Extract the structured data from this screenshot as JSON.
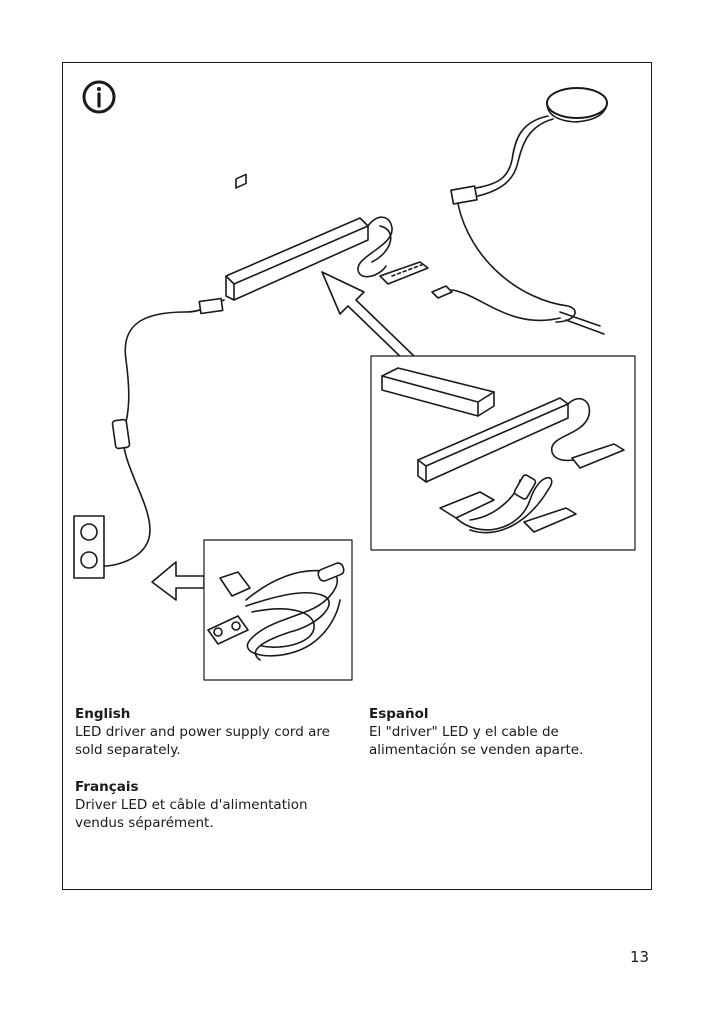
{
  "info_icon": "info-icon",
  "sections": {
    "english": {
      "heading": "English",
      "text": "LED driver and power supply cord are sold separately."
    },
    "francais": {
      "heading": "Français",
      "text": "Driver LED et câble d'alimentation vendus séparément."
    },
    "espanol": {
      "heading": "Español",
      "text": "El \"driver\" LED y el cable de alimentación se venden aparte."
    }
  },
  "page_number": "13"
}
